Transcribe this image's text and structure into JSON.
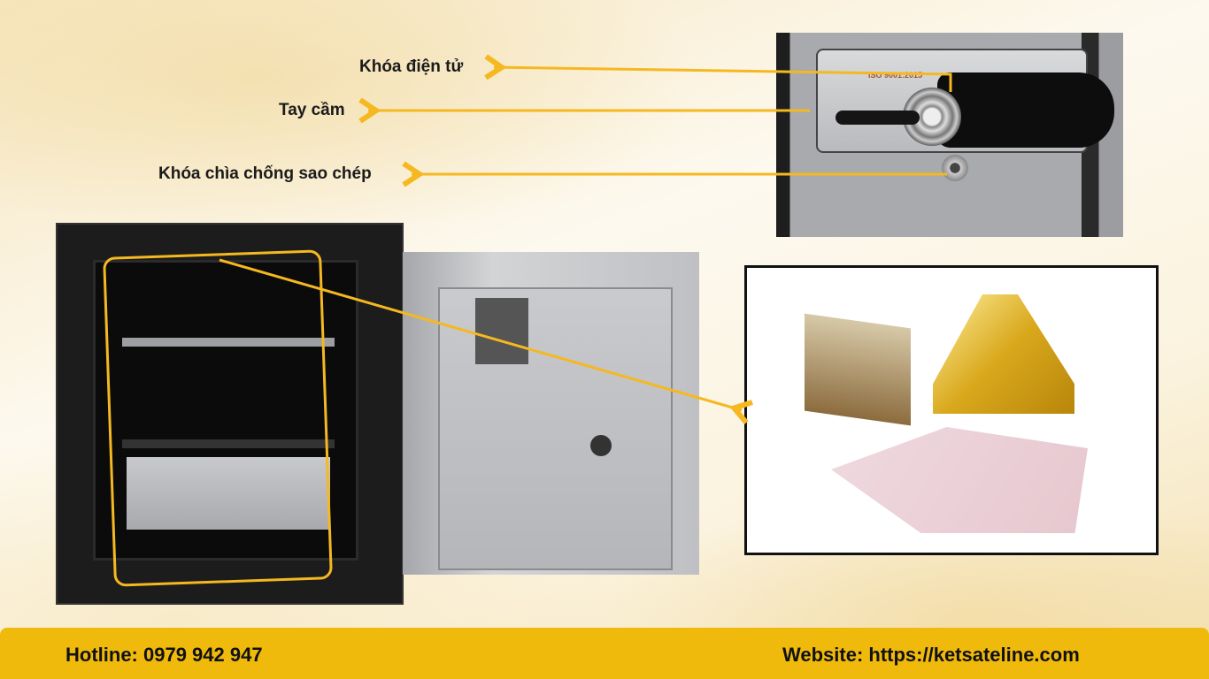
{
  "labels": {
    "electronic_lock": "Khóa điện tử",
    "handle": "Tay cầm",
    "anti_copy_key_lock": "Khóa chìa chống sao chép"
  },
  "photo_lettering": {
    "iso": "ISO 9001:2015"
  },
  "footer": {
    "hotline": "Hotline: 0979 942 947",
    "website": "Website: https://ketsateline.com"
  },
  "colors": {
    "accent": "#f5b820",
    "footer_bg": "#efba0c",
    "text": "#1b1b1b"
  }
}
